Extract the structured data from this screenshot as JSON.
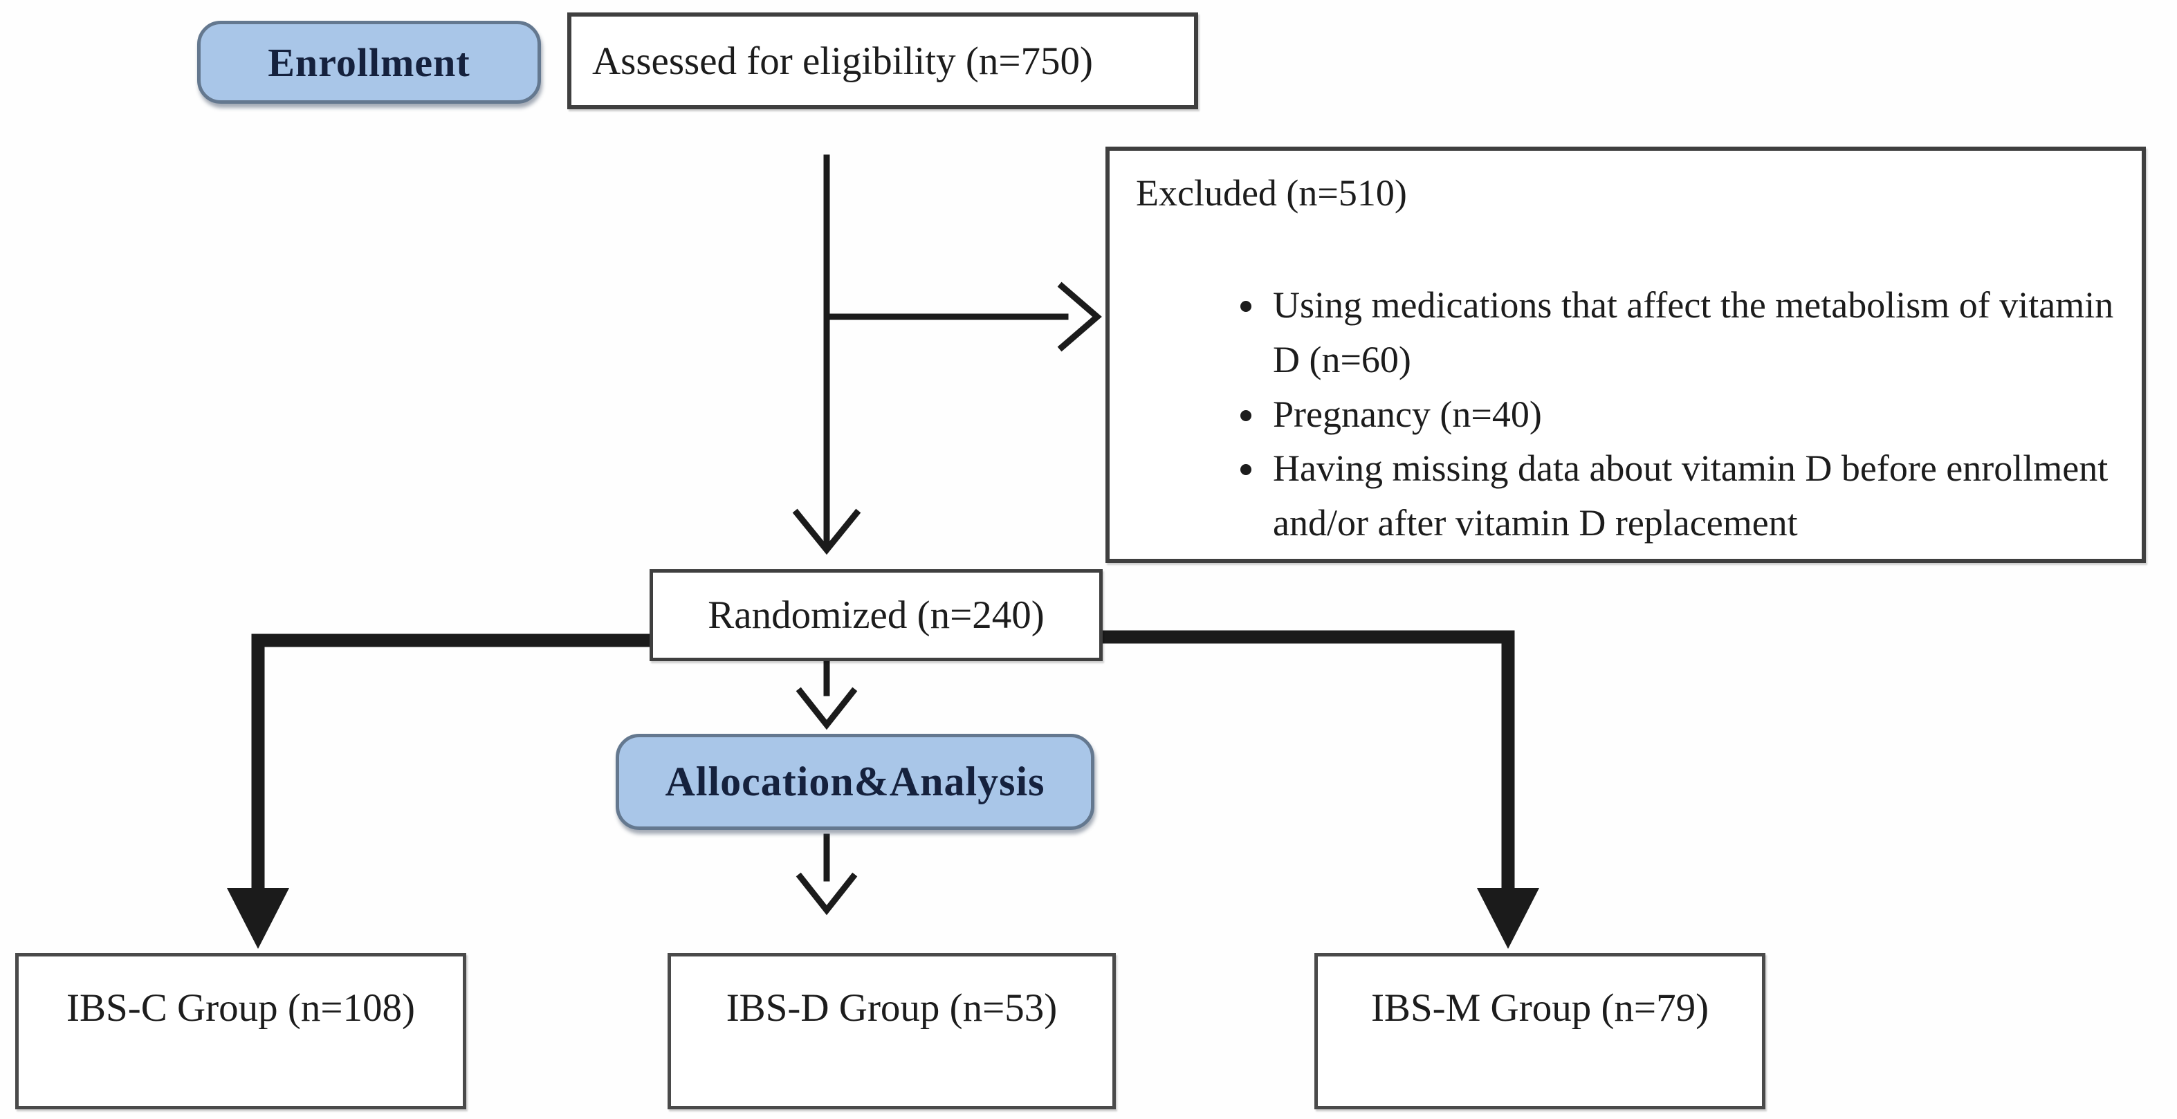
{
  "figure": {
    "type": "flow-diagram",
    "stages": [
      {
        "id": "enrollment",
        "label": "Enrollment"
      },
      {
        "id": "allocation",
        "label": "Allocation&Analysis"
      }
    ],
    "nodes": {
      "assessed": {
        "label": "Assessed for eligibility  (n=750)"
      },
      "excluded": {
        "title": "Excluded (n=510)",
        "reasons": [
          "Using medications that affect the metabolism of vitamin D (n=60)",
          "Pregnancy (n=40)",
          "Having missing data about vitamin D before enrollment and/or after vitamin D replacement"
        ]
      },
      "randomized": {
        "label": "Randomized (n=240)"
      },
      "groups": [
        {
          "id": "ibs-c",
          "label": "IBS-C Group (n=108)"
        },
        {
          "id": "ibs-d",
          "label": "IBS-D Group (n=53)"
        },
        {
          "id": "ibs-m",
          "label": "IBS-M Group (n=79)"
        }
      ]
    },
    "colors": {
      "stage_fill": "#a9c6e8",
      "stage_border": "#64788f",
      "stage_text": "#15213d",
      "box_fill": "#ffffff",
      "box_border": "#3f3f3f",
      "connector": "#1b1b1b"
    }
  }
}
